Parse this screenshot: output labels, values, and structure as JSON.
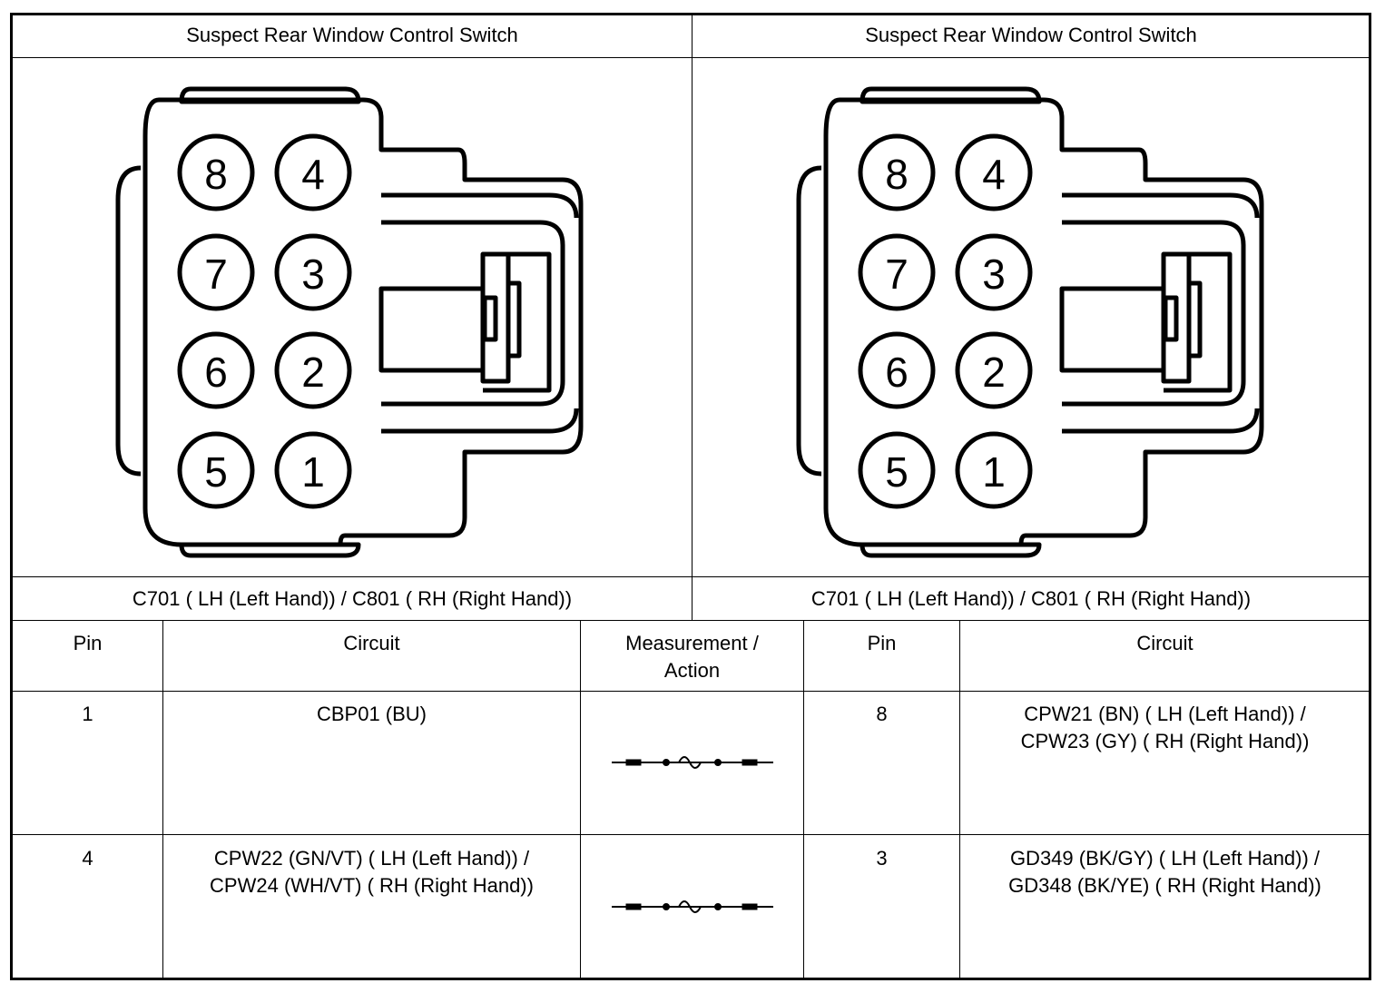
{
  "headers": {
    "left_switch_title": "Suspect Rear Window Control Switch",
    "right_switch_title": "Suspect Rear Window Control Switch",
    "left_connector_label": "C701 ( LH (Left Hand)) / C801 ( RH (Right Hand))",
    "right_connector_label": "C701 ( LH (Left Hand)) / C801 ( RH (Right Hand))"
  },
  "connector_pins": {
    "left_column": [
      "8",
      "7",
      "6",
      "5"
    ],
    "right_column": [
      "4",
      "3",
      "2",
      "1"
    ]
  },
  "table": {
    "columns": {
      "pin_a": "Pin",
      "circuit_a": "Circuit",
      "measurement_line1": "Measurement /",
      "measurement_line2": "Action",
      "pin_b": "Pin",
      "circuit_b": "Circuit"
    },
    "rows": [
      {
        "pin_a": "1",
        "circuit_a_line1": "CBP01 (BU)",
        "circuit_a_line2": "",
        "measurement_icon": "resistance-meter-icon",
        "pin_b": "8",
        "circuit_b_line1": "CPW21 (BN) ( LH (Left Hand)) /",
        "circuit_b_line2": "CPW23 (GY) ( RH (Right Hand))"
      },
      {
        "pin_a": "4",
        "circuit_a_line1": "CPW22 (GN/VT) ( LH (Left Hand)) /",
        "circuit_a_line2": "CPW24 (WH/VT) ( RH (Right Hand))",
        "measurement_icon": "resistance-meter-icon",
        "pin_b": "3",
        "circuit_b_line1": "GD349 (BK/GY) ( LH (Left Hand)) /",
        "circuit_b_line2": "GD348 (BK/YE) ( RH (Right Hand))"
      }
    ]
  }
}
